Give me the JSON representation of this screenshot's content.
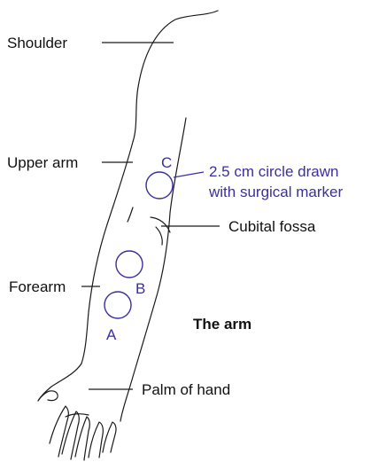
{
  "labels": {
    "shoulder": "Shoulder",
    "upper_arm": "Upper arm",
    "forearm": "Forearm",
    "cubital_fossa": "Cubital fossa",
    "palm_of_hand": "Palm of hand",
    "title": "The arm"
  },
  "sites": {
    "a": "A",
    "b": "B",
    "c": "C"
  },
  "annotation": {
    "line1": "2.5 cm circle drawn",
    "line2": "with surgical marker"
  },
  "colors": {
    "outline": "#1a1a1a",
    "marker": "#3b2fa0"
  }
}
